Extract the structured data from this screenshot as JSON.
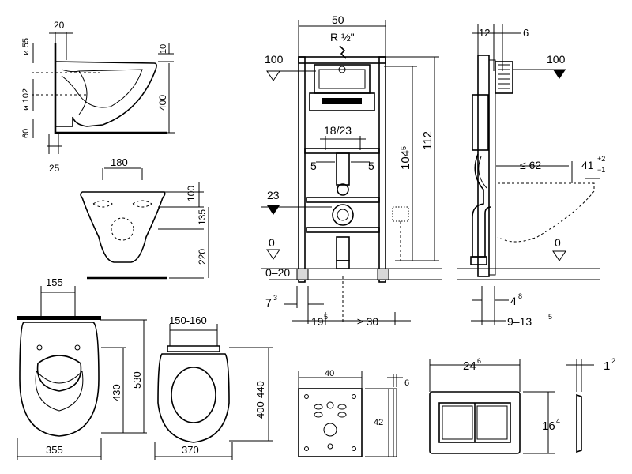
{
  "title": "",
  "labels": {
    "side_top_width": "20",
    "side_pipe_dia": "ø 55",
    "side_outlet_dia": "ø 102",
    "side_low": "60",
    "side_rim": "10",
    "side_height": "400",
    "side_base": "25",
    "front_width": "180",
    "front_top": "100",
    "front_mid": "135",
    "front_low": "220",
    "seat_top_width": "155",
    "seat_height_inner": "430",
    "seat_height_outer": "530",
    "seat_width": "355",
    "lid_top_width": "150-160",
    "lid_height": "400-440",
    "lid_width": "370",
    "frame_width": "50",
    "frame_inlet": "R ½\"",
    "frame_level_top": "100",
    "frame_spacing": "18/23",
    "frame_offset_left": "5",
    "frame_offset_right": "5",
    "frame_water": "23",
    "frame_floor": "0",
    "frame_floor_range": "0–20",
    "frame_height_total": "112",
    "frame_height_inner": "104",
    "frame_height_inner_sup": "5",
    "frame_foot": "7",
    "frame_foot_sup": "3",
    "frame_foot2": "19",
    "frame_foot2_sup": "5",
    "frame_wall_gap": "≥ 30",
    "side2_top_a": "12",
    "side2_top_b": "6",
    "side2_level": "100",
    "side2_depth": "≤ 62",
    "side2_height": "41",
    "side2_tol_plus": "+2",
    "side2_tol_minus": "−1",
    "side2_floor": "0",
    "side2_foot": "4",
    "side2_foot_sup": "8",
    "side2_range": "9–13",
    "side2_range_sup": "5",
    "plate_width": "40",
    "plate_thickness": "6",
    "plate_height": "42",
    "button_width": "24",
    "button_width_sup": "6",
    "button_depth": "1",
    "button_depth_sup": "2",
    "button_height": "16",
    "button_height_sup": "4"
  }
}
